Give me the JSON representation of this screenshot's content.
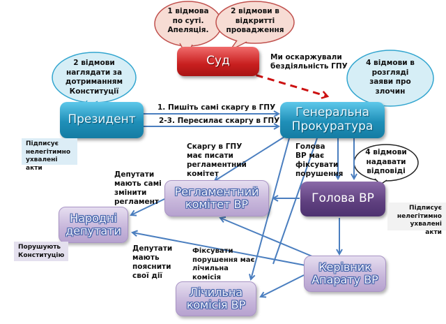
{
  "nodes": {
    "court": "Суд",
    "president": "Президент",
    "prosecutor": [
      "Генеральна",
      "Прокуратура"
    ],
    "reg_committee": [
      "Регламентний",
      "комітет ВР"
    ],
    "head_vr": "Голова ВР",
    "deputies": [
      "Народні",
      "депутати"
    ],
    "apparatus": [
      "Керівник",
      "Апарату ВР"
    ],
    "counting": [
      "Лічильна",
      "комісія ВР"
    ]
  },
  "bubbles": {
    "court_appeal": [
      "1 відмова",
      "по суті.",
      "Апеляція."
    ],
    "court_open": [
      "2 відмови в",
      "відкритті",
      "провадження"
    ],
    "president": [
      "2 відмови",
      "наглядати за",
      "дотриманням",
      "Конституції"
    ],
    "prosecutor": [
      "4 відмови в",
      "розгляді",
      "заяви про",
      "злочин"
    ],
    "head_vr": [
      "4 відмови",
      "надавати",
      "відповіді"
    ]
  },
  "edge_labels": {
    "court_gpu": [
      "Ми оскаржували",
      "бездіяльність ГПУ"
    ],
    "pres_gpu_1": "1. Пишіть самі скаргу в ГПУ",
    "pres_gpu_2": "2-3. Пересилає скаргу в ГПУ",
    "gpu_reg": [
      "Скаргу в ГПУ",
      "має писати",
      "регламентний",
      "комітет"
    ],
    "gpu_head": [
      "Голова",
      "ВР має",
      "фіксувати",
      "порушення"
    ],
    "reg_deputies": [
      "Депутати",
      "мають самі",
      "змінити",
      "регламент"
    ],
    "app_deputies": [
      "Депутати",
      "мають",
      "пояснити",
      "свої дії"
    ],
    "counting": [
      "Фіксувати",
      "порушення має",
      "лічильна",
      "комісія"
    ]
  },
  "notes": {
    "president": [
      "Підписує",
      "нелегітимно",
      "ухвалені акти"
    ],
    "head_vr": [
      "Підписує",
      "нелегітимно",
      "ухвалені акти"
    ],
    "deputies": [
      "Порушують",
      "Конституцію"
    ]
  },
  "colors": {
    "arrow": "#4a7ebf",
    "dashed_arrow": "#cc1111",
    "bubble_pink": "#f7dcd4",
    "bubble_blue": "#d6eef6",
    "note_blue": "#dcedf6",
    "note_violet": "#e4e0ee"
  }
}
